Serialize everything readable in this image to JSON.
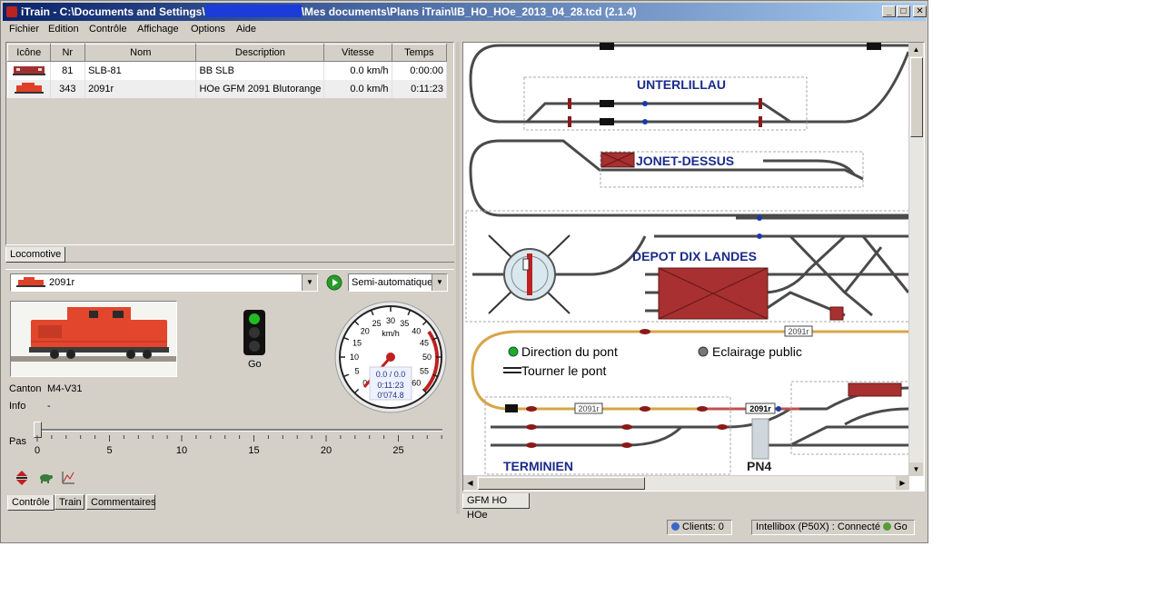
{
  "window": {
    "title_prefix": "iTrain - C:\\Documents and Settings\\",
    "title_suffix": "\\Mes documents\\Plans iTrain\\IB_HO_HOe_2013_04_28.tcd (2.1.4)",
    "minimize": "_",
    "maximize": "□",
    "close": "✕"
  },
  "menu": [
    "Fichier",
    "Edition",
    "Contrôle",
    "Affichage",
    "Options",
    "Aide"
  ],
  "loco_table": {
    "columns": [
      "Icône",
      "Nr",
      "Nom",
      "Description",
      "Vitesse",
      "Temps"
    ],
    "rows": [
      {
        "nr": "81",
        "name": "SLB-81",
        "description": "BB SLB",
        "speed": "0.0 km/h",
        "time": "0:00:00"
      },
      {
        "nr": "343",
        "name": "2091r",
        "description": "HOe GFM 2091 Blutorange",
        "speed": "0.0 km/h",
        "time": "0:11:23"
      }
    ]
  },
  "tabs_top": {
    "locomotive": "Locomotive"
  },
  "control": {
    "selected_loco": "2091r",
    "mode": "Semi-automatique",
    "signal_label": "Go",
    "canton_label": "Canton",
    "canton_value": "M4-V31",
    "info_label": "Info",
    "info_value": "-",
    "pas_label": "Pas",
    "slider_value": 0,
    "slider_ticks": [
      "0",
      "5",
      "10",
      "15",
      "20",
      "25"
    ],
    "speedometer": {
      "unit": "km/h",
      "ticks": [
        "0",
        "5",
        "10",
        "15",
        "20",
        "25",
        "30",
        "35",
        "40",
        "45",
        "50",
        "55",
        "60"
      ],
      "readout_speed": "0.0 / 0.0",
      "readout_time": "0:11:23",
      "readout_distance": "0'074.8"
    }
  },
  "tabs_bottom": [
    "Contrôle",
    "Train",
    "Commentaires"
  ],
  "layout": {
    "labels": {
      "unterlillau": "UNTERLILLAU",
      "jonet": "JONET-DESSUS",
      "depot": "DEPOT DIX LANDES",
      "terminien": "TERMINIEN",
      "pn4": "PN4",
      "direction_pont": "Direction du pont",
      "eclairage": "Eclairage public",
      "tourner_pont": "Tourner le pont",
      "train_tag": "2091r"
    },
    "tab": "GFM HO HOe"
  },
  "statusbar": {
    "clients": "Clients: 0",
    "intellibox": "Intellibox (P50X) :  Connecté",
    "go": "Go"
  },
  "colors": {
    "title_start": "#0a246a",
    "track": "#4a4a4a",
    "route": "#d7a548",
    "station_label": "#1a2a8a",
    "loco_red": "#cc3322",
    "signal_green": "#22aa22"
  }
}
